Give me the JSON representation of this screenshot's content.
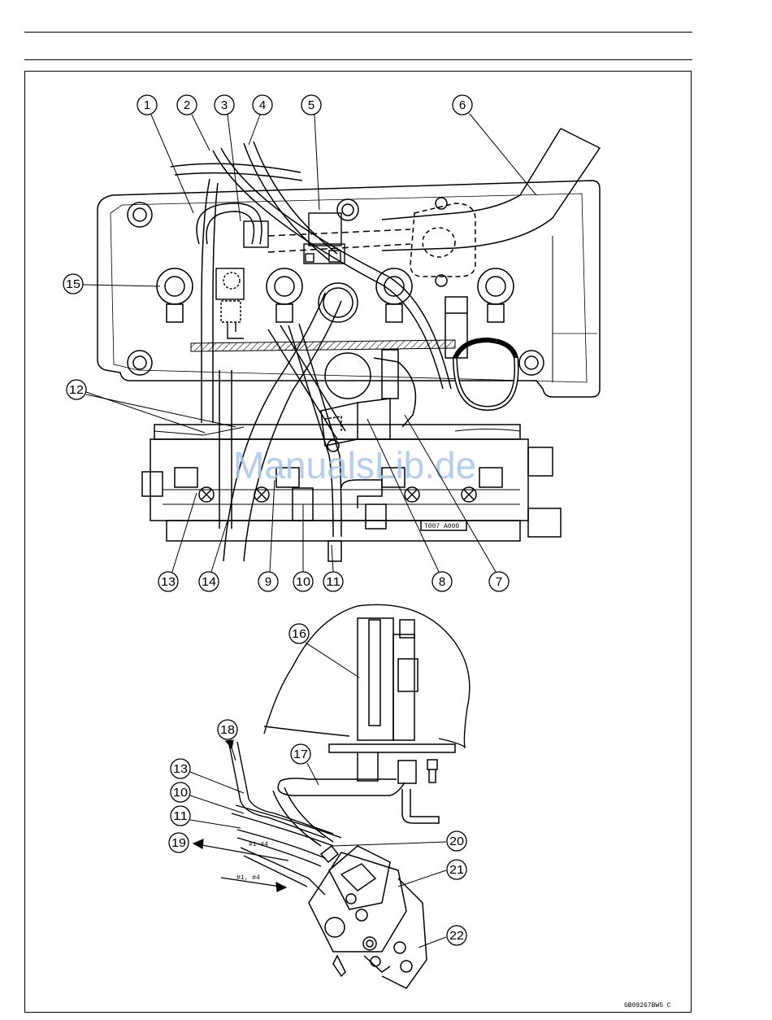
{
  "figure": {
    "code": "GB09267BW5 C",
    "watermark": "ManualsLib.de",
    "plate_marking": "T007 A000",
    "hose_label_1": "#1~#4",
    "hose_label_2": "#1, #4"
  },
  "callouts": [
    "1",
    "2",
    "3",
    "4",
    "5",
    "6",
    "7",
    "8",
    "9",
    "10",
    "11",
    "12",
    "13",
    "14",
    "15",
    "16",
    "17",
    "18",
    "19",
    "20",
    "21",
    "22"
  ],
  "colors": {
    "ink": "#000000",
    "watermark": "#a9c6ea",
    "paper": "#ffffff"
  }
}
